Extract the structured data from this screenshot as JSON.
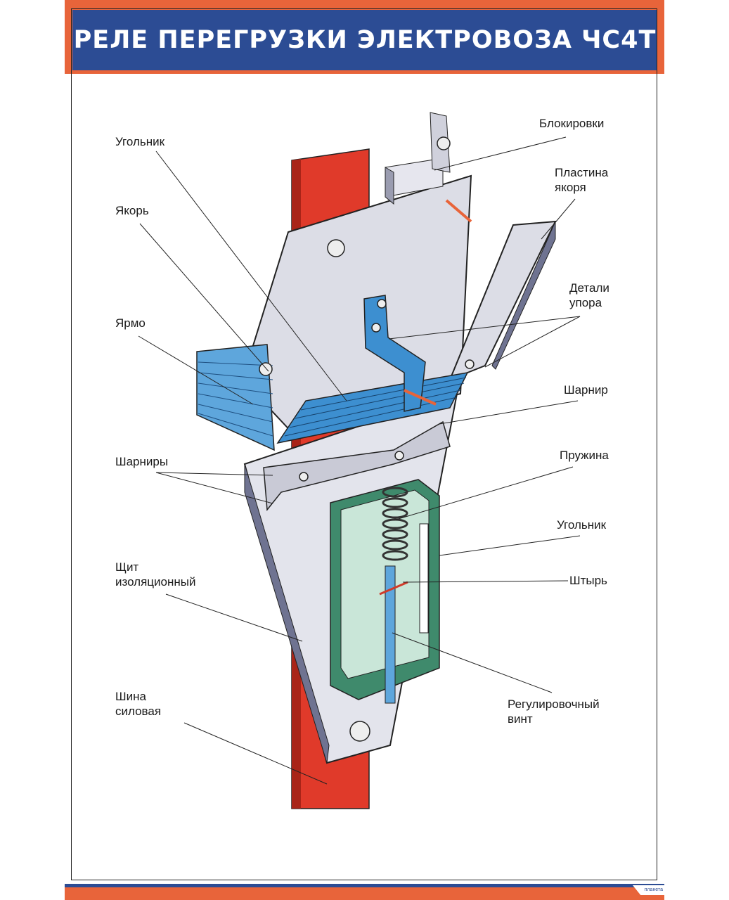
{
  "title": "РЕЛЕ ПЕРЕГРУЗКИ ЭЛЕКТРОВОЗА ЧС4Т",
  "labels": {
    "blokirovki": "Блокировки",
    "plastina_yakorya": "Пластина\nякоря",
    "ugolnik_top": "Угольник",
    "yakor": "Якорь",
    "detali_upora": "Детали\nупора",
    "yarmo": "Ярмо",
    "sharnir": "Шарнир",
    "sharniry": "Шарниры",
    "pruzhina": "Пружина",
    "ugolnik_right": "Угольник",
    "shchit": "Щит\nизоляционный",
    "shtyr": "Штырь",
    "shina": "Шина\nсиловая",
    "vint": "Регулировочный\nвинт"
  },
  "logo": "планета",
  "colors": {
    "header_blue": "#2c4c94",
    "accent_orange": "#e8643a",
    "bus_red": "#e03a2a",
    "steel": "#d7d8e2",
    "blue_part": "#3d8fd0",
    "green_box": "#3f8a6c"
  }
}
